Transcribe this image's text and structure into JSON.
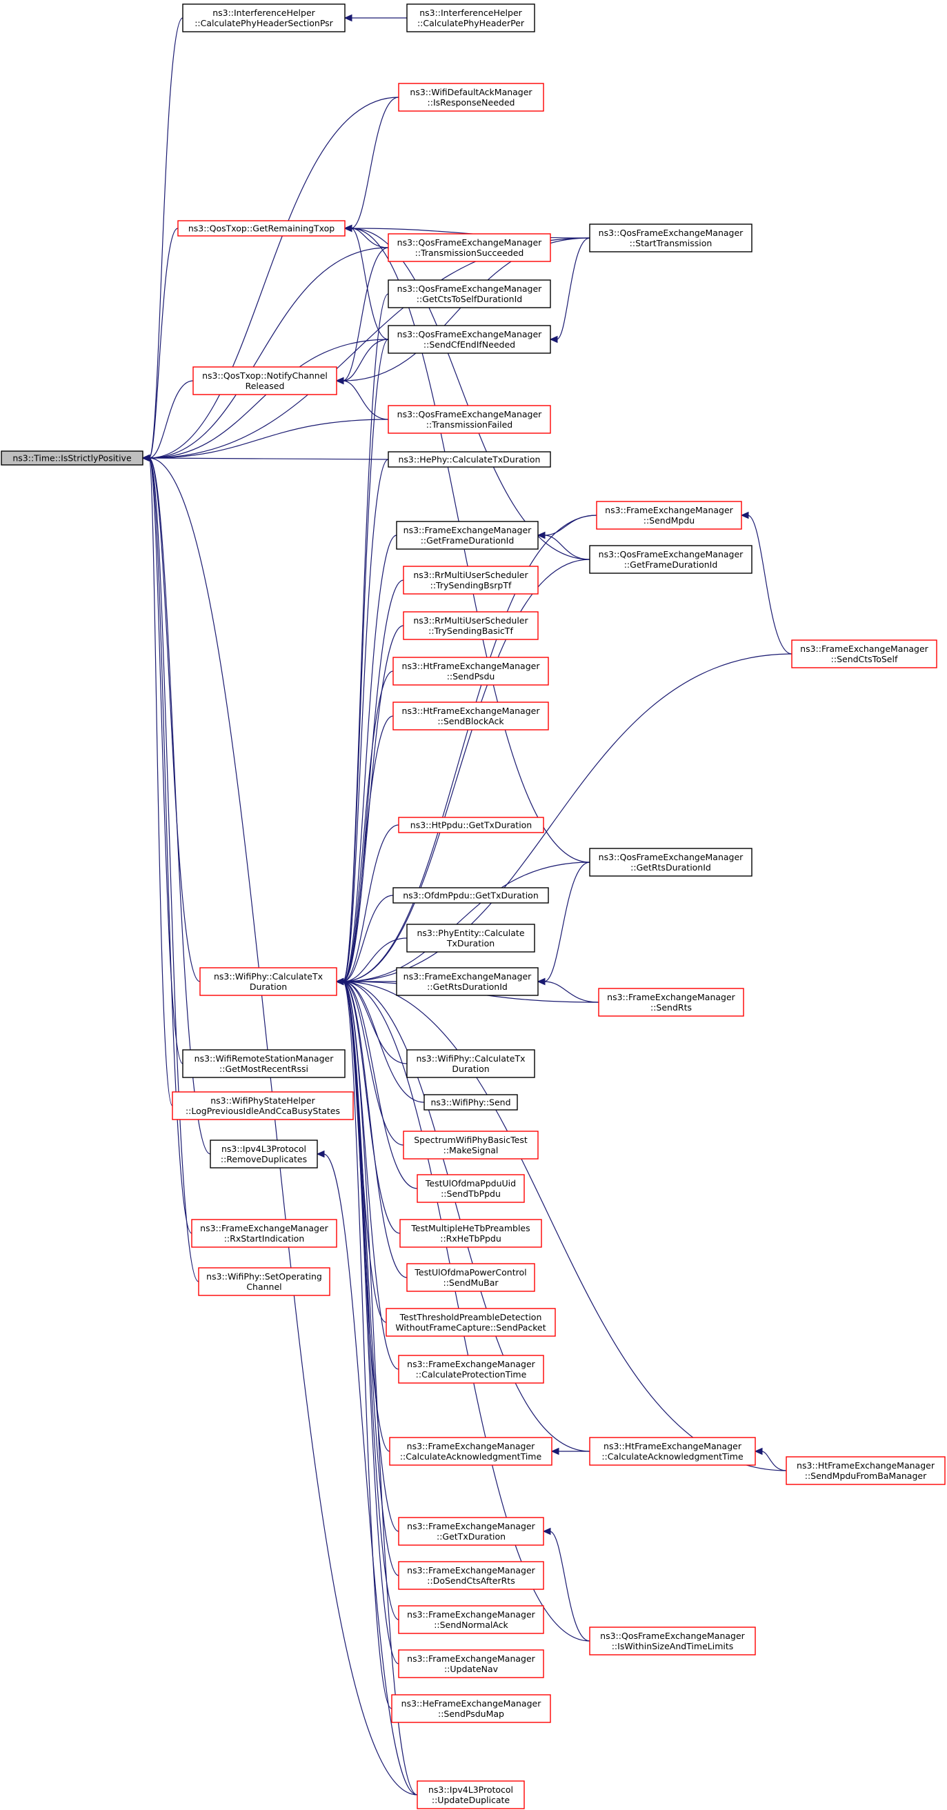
{
  "colors": {
    "edge": "#191970",
    "root_fill": "#bfbfbf",
    "black_border": "#000000",
    "red_border": "#ff0000"
  },
  "nodes": [
    {
      "id": "root",
      "lines": [
        "ns3::Time::IsStrictlyPositive"
      ],
      "border": "gray"
    },
    {
      "id": "ihPsr",
      "lines": [
        "ns3::InterferenceHelper",
        "::CalculatePhyHeaderSectionPsr"
      ],
      "border": "black"
    },
    {
      "id": "ihPer",
      "lines": [
        "ns3::InterferenceHelper",
        "::CalculatePhyHeaderPer"
      ],
      "border": "black"
    },
    {
      "id": "wdamResp",
      "lines": [
        "ns3::WifiDefaultAckManager",
        "::IsResponseNeeded"
      ],
      "border": "red"
    },
    {
      "id": "qosRemTxop",
      "lines": [
        "ns3::QosTxop::GetRemainingTxop"
      ],
      "border": "red"
    },
    {
      "id": "qfemTxSucc",
      "lines": [
        "ns3::QosFrameExchangeManager",
        "::TransmissionSucceeded"
      ],
      "border": "red"
    },
    {
      "id": "qfemStartTx",
      "lines": [
        "ns3::QosFrameExchangeManager",
        "::StartTransmission"
      ],
      "border": "black"
    },
    {
      "id": "qfemCts",
      "lines": [
        "ns3::QosFrameExchangeManager",
        "::GetCtsToSelfDurationId"
      ],
      "border": "black"
    },
    {
      "id": "qfemCfEnd",
      "lines": [
        "ns3::QosFrameExchangeManager",
        "::SendCfEndIfNeeded"
      ],
      "border": "black"
    },
    {
      "id": "qosNotify",
      "lines": [
        "ns3::QosTxop::NotifyChannel",
        "Released"
      ],
      "border": "red"
    },
    {
      "id": "qfemTxFail",
      "lines": [
        "ns3::QosFrameExchangeManager",
        "::TransmissionFailed"
      ],
      "border": "red"
    },
    {
      "id": "hePhyTx",
      "lines": [
        "ns3::HePhy::CalculateTxDuration"
      ],
      "border": "black"
    },
    {
      "id": "femSendMpdu",
      "lines": [
        "ns3::FrameExchangeManager",
        "::SendMpdu"
      ],
      "border": "red"
    },
    {
      "id": "femFrameDur",
      "lines": [
        "ns3::FrameExchangeManager",
        "::GetFrameDurationId"
      ],
      "border": "black"
    },
    {
      "id": "qfemFrameDur",
      "lines": [
        "ns3::QosFrameExchangeManager",
        "::GetFrameDurationId"
      ],
      "border": "black"
    },
    {
      "id": "rrBsrp",
      "lines": [
        "ns3::RrMultiUserScheduler",
        "::TrySendingBsrpTf"
      ],
      "border": "red"
    },
    {
      "id": "rrBasic",
      "lines": [
        "ns3::RrMultiUserScheduler",
        "::TrySendingBasicTf"
      ],
      "border": "red"
    },
    {
      "id": "femCtsSelf",
      "lines": [
        "ns3::FrameExchangeManager",
        "::SendCtsToSelf"
      ],
      "border": "red"
    },
    {
      "id": "htSendPsdu",
      "lines": [
        "ns3::HtFrameExchangeManager",
        "::SendPsdu"
      ],
      "border": "red"
    },
    {
      "id": "htBlockAck",
      "lines": [
        "ns3::HtFrameExchangeManager",
        "::SendBlockAck"
      ],
      "border": "red"
    },
    {
      "id": "htPpdu",
      "lines": [
        "ns3::HtPpdu::GetTxDuration"
      ],
      "border": "red"
    },
    {
      "id": "qfemRtsDur",
      "lines": [
        "ns3::QosFrameExchangeManager",
        "::GetRtsDurationId"
      ],
      "border": "black"
    },
    {
      "id": "ofdmPpdu",
      "lines": [
        "ns3::OfdmPpdu::GetTxDuration"
      ],
      "border": "black"
    },
    {
      "id": "phyEntity",
      "lines": [
        "ns3::PhyEntity::Calculate",
        "TxDuration"
      ],
      "border": "black"
    },
    {
      "id": "wifiPhyCalc",
      "lines": [
        "ns3::WifiPhy::CalculateTx",
        "Duration"
      ],
      "border": "red"
    },
    {
      "id": "femRtsDur",
      "lines": [
        "ns3::FrameExchangeManager",
        "::GetRtsDurationId"
      ],
      "border": "black"
    },
    {
      "id": "femSendRts",
      "lines": [
        "ns3::FrameExchangeManager",
        "::SendRts"
      ],
      "border": "red"
    },
    {
      "id": "wrsm",
      "lines": [
        "ns3::WifiRemoteStationManager",
        "::GetMostRecentRssi"
      ],
      "border": "black"
    },
    {
      "id": "wifiPhyCalc2",
      "lines": [
        "ns3::WifiPhy::CalculateTx",
        "Duration"
      ],
      "border": "black"
    },
    {
      "id": "wifiPhySend",
      "lines": [
        "ns3::WifiPhy::Send"
      ],
      "border": "black"
    },
    {
      "id": "wpsh",
      "lines": [
        "ns3::WifiPhyStateHelper",
        "::LogPreviousIdleAndCcaBusyStates"
      ],
      "border": "red"
    },
    {
      "id": "spectrumTest",
      "lines": [
        "SpectrumWifiPhyBasicTest",
        "::MakeSignal"
      ],
      "border": "red"
    },
    {
      "id": "ipv4Remove",
      "lines": [
        "ns3::Ipv4L3Protocol",
        "::RemoveDuplicates"
      ],
      "border": "black"
    },
    {
      "id": "testUlPpdu",
      "lines": [
        "TestUlOfdmaPpduUid",
        "::SendTbPpdu"
      ],
      "border": "red"
    },
    {
      "id": "femRxStart",
      "lines": [
        "ns3::FrameExchangeManager",
        "::RxStartIndication"
      ],
      "border": "red"
    },
    {
      "id": "testMultiHe",
      "lines": [
        "TestMultipleHeTbPreambles",
        "::RxHeTbPpdu"
      ],
      "border": "red"
    },
    {
      "id": "wifiPhyOpCh",
      "lines": [
        "ns3::WifiPhy::SetOperating",
        "Channel"
      ],
      "border": "red"
    },
    {
      "id": "testPower",
      "lines": [
        "TestUlOfdmaPowerControl",
        "::SendMuBar"
      ],
      "border": "red"
    },
    {
      "id": "testThresh",
      "lines": [
        "TestThresholdPreambleDetection",
        "WithoutFrameCapture::SendPacket"
      ],
      "border": "red"
    },
    {
      "id": "femProt",
      "lines": [
        "ns3::FrameExchangeManager",
        "::CalculateProtectionTime"
      ],
      "border": "red"
    },
    {
      "id": "femAck",
      "lines": [
        "ns3::FrameExchangeManager",
        "::CalculateAcknowledgmentTime"
      ],
      "border": "red"
    },
    {
      "id": "htAck",
      "lines": [
        "ns3::HtFrameExchangeManager",
        "::CalculateAcknowledgmentTime"
      ],
      "border": "red"
    },
    {
      "id": "htSendMpduBa",
      "lines": [
        "ns3::HtFrameExchangeManager",
        "::SendMpduFromBaManager"
      ],
      "border": "red"
    },
    {
      "id": "femGetTx",
      "lines": [
        "ns3::FrameExchangeManager",
        "::GetTxDuration"
      ],
      "border": "red"
    },
    {
      "id": "femDoCts",
      "lines": [
        "ns3::FrameExchangeManager",
        "::DoSendCtsAfterRts"
      ],
      "border": "red"
    },
    {
      "id": "qfemWithin",
      "lines": [
        "ns3::QosFrameExchangeManager",
        "::IsWithinSizeAndTimeLimits"
      ],
      "border": "red"
    },
    {
      "id": "femNormAck",
      "lines": [
        "ns3::FrameExchangeManager",
        "::SendNormalAck"
      ],
      "border": "red"
    },
    {
      "id": "femNav",
      "lines": [
        "ns3::FrameExchangeManager",
        "::UpdateNav"
      ],
      "border": "red"
    },
    {
      "id": "heFemPsdu",
      "lines": [
        "ns3::HeFrameExchangeManager",
        "::SendPsduMap"
      ],
      "border": "red"
    },
    {
      "id": "ipv4Update",
      "lines": [
        "ns3::Ipv4L3Protocol",
        "::UpdateDuplicate"
      ],
      "border": "red"
    }
  ],
  "edges": [
    [
      "ihPsr",
      "root"
    ],
    [
      "ihPer",
      "ihPsr"
    ],
    [
      "wdamResp",
      "root"
    ],
    [
      "qosRemTxop",
      "root"
    ],
    [
      "wdamResp",
      "qosRemTxop"
    ],
    [
      "qfemTxSucc",
      "qosRemTxop"
    ],
    [
      "qfemStartTx",
      "qosRemTxop"
    ],
    [
      "qfemCfEnd",
      "qosRemTxop"
    ],
    [
      "qfemFrameDur",
      "qosRemTxop"
    ],
    [
      "qfemRtsDur",
      "qosRemTxop"
    ],
    [
      "qfemTxSucc",
      "root"
    ],
    [
      "qfemStartTx",
      "root"
    ],
    [
      "qfemCfEnd",
      "root"
    ],
    [
      "qosNotify",
      "root"
    ],
    [
      "qfemTxSucc",
      "qosNotify"
    ],
    [
      "qfemCfEnd",
      "qosNotify"
    ],
    [
      "qfemTxFail",
      "qosNotify"
    ],
    [
      "qfemStartTx",
      "qosNotify"
    ],
    [
      "qfemStartTx",
      "qfemCfEnd"
    ],
    [
      "qfemTxFail",
      "root"
    ],
    [
      "hePhyTx",
      "root"
    ],
    [
      "wifiPhyCalc",
      "root"
    ],
    [
      "qfemCts",
      "wifiPhyCalc"
    ],
    [
      "qfemCfEnd",
      "wifiPhyCalc"
    ],
    [
      "hePhyTx",
      "wifiPhyCalc"
    ],
    [
      "femSendMpdu",
      "wifiPhyCalc"
    ],
    [
      "femFrameDur",
      "wifiPhyCalc"
    ],
    [
      "rrBsrp",
      "wifiPhyCalc"
    ],
    [
      "rrBasic",
      "wifiPhyCalc"
    ],
    [
      "htSendPsdu",
      "wifiPhyCalc"
    ],
    [
      "htBlockAck",
      "wifiPhyCalc"
    ],
    [
      "qfemFrameDur",
      "wifiPhyCalc"
    ],
    [
      "femCtsSelf",
      "wifiPhyCalc"
    ],
    [
      "htPpdu",
      "wifiPhyCalc"
    ],
    [
      "qfemRtsDur",
      "wifiPhyCalc"
    ],
    [
      "ofdmPpdu",
      "wifiPhyCalc"
    ],
    [
      "phyEntity",
      "wifiPhyCalc"
    ],
    [
      "femRtsDur",
      "wifiPhyCalc"
    ],
    [
      "femSendRts",
      "wifiPhyCalc"
    ],
    [
      "femSendMpdu",
      "femFrameDur"
    ],
    [
      "qfemFrameDur",
      "femFrameDur"
    ],
    [
      "femCtsSelf",
      "femSendMpdu"
    ],
    [
      "qfemRtsDur",
      "femRtsDur"
    ],
    [
      "femSendRts",
      "femRtsDur"
    ],
    [
      "wifiPhyCalc2",
      "wifiPhyCalc"
    ],
    [
      "wifiPhySend",
      "wifiPhyCalc"
    ],
    [
      "spectrumTest",
      "wifiPhyCalc"
    ],
    [
      "testUlPpdu",
      "wifiPhyCalc"
    ],
    [
      "testMultiHe",
      "wifiPhyCalc"
    ],
    [
      "testPower",
      "wifiPhyCalc"
    ],
    [
      "testThresh",
      "wifiPhyCalc"
    ],
    [
      "femProt",
      "wifiPhyCalc"
    ],
    [
      "femAck",
      "wifiPhyCalc"
    ],
    [
      "htAck",
      "wifiPhyCalc"
    ],
    [
      "htSendMpduBa",
      "wifiPhyCalc"
    ],
    [
      "femGetTx",
      "wifiPhyCalc"
    ],
    [
      "femDoCts",
      "wifiPhyCalc"
    ],
    [
      "femNormAck",
      "wifiPhyCalc"
    ],
    [
      "femNav",
      "wifiPhyCalc"
    ],
    [
      "heFemPsdu",
      "wifiPhyCalc"
    ],
    [
      "qfemWithin",
      "wifiPhyCalc"
    ],
    [
      "ipv4Update",
      "wifiPhyCalc"
    ],
    [
      "htAck",
      "femAck"
    ],
    [
      "htSendMpduBa",
      "htAck"
    ],
    [
      "qfemWithin",
      "femGetTx"
    ],
    [
      "wrsm",
      "root"
    ],
    [
      "wpsh",
      "root"
    ],
    [
      "ipv4Remove",
      "root"
    ],
    [
      "femRxStart",
      "root"
    ],
    [
      "wifiPhyOpCh",
      "root"
    ],
    [
      "ipv4Update",
      "root"
    ],
    [
      "ipv4Update",
      "ipv4Remove"
    ]
  ]
}
